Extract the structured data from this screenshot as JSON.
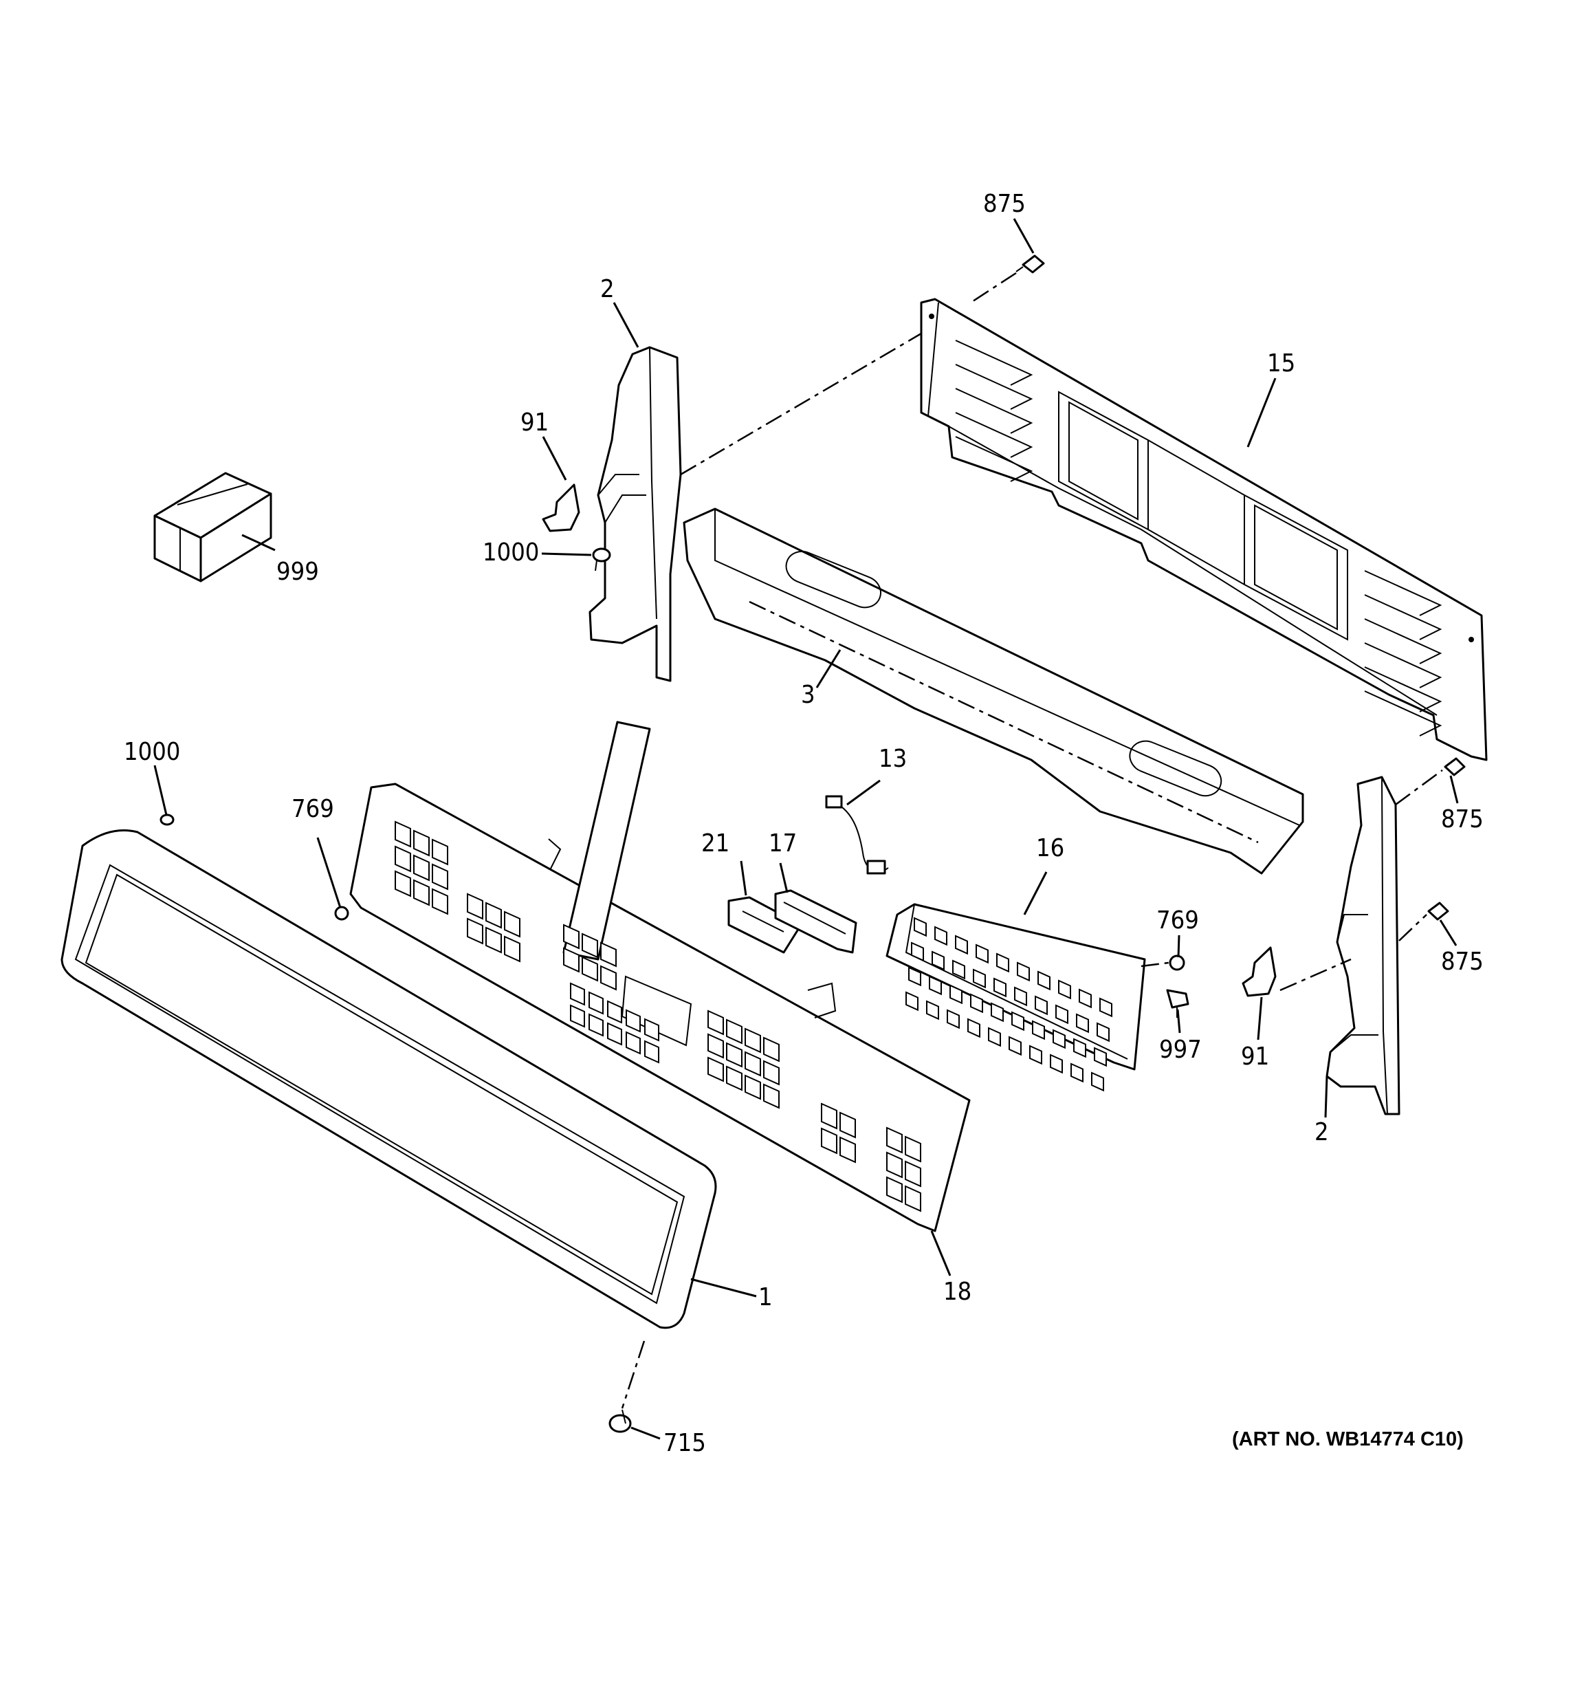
{
  "callouts": {
    "c875_top": "875",
    "c2_left": "2",
    "c15": "15",
    "c91_left": "91",
    "c999": "999",
    "c1000_upper": "1000",
    "c3": "3",
    "c1000_lower": "1000",
    "c769_left": "769",
    "c13": "13",
    "c21": "21",
    "c17": "17",
    "c16": "16",
    "c875_mid": "875",
    "c875_right": "875",
    "c769_right": "769",
    "c997": "997",
    "c91_right": "91",
    "c2_right": "2",
    "c1": "1",
    "c18": "18",
    "c715": "715"
  },
  "art_number": "(ART NO. WB14774 C10)"
}
